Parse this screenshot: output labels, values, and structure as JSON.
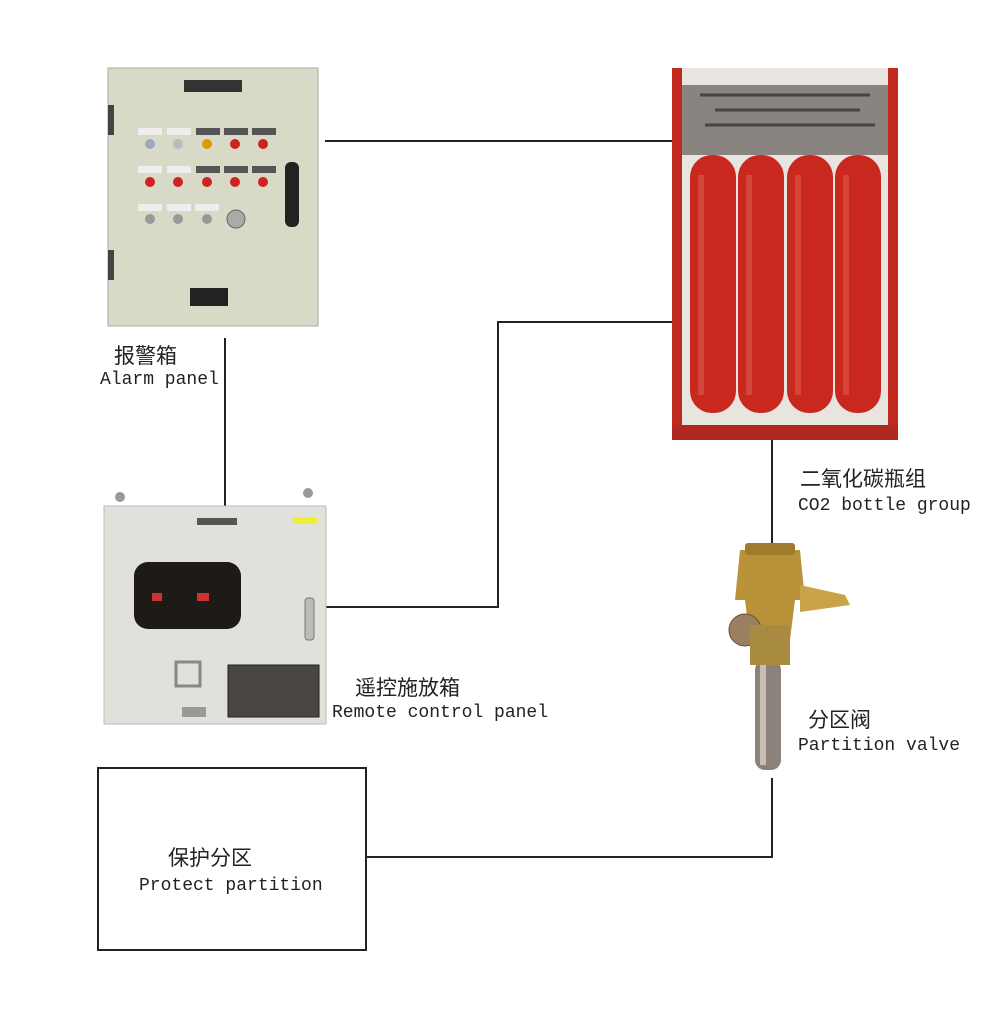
{
  "alarm_panel": {
    "cn": "报警箱",
    "en": "Alarm panel"
  },
  "bottle_group": {
    "cn": "二氧化碳瓶组",
    "en": "CO2 bottle group"
  },
  "remote_panel": {
    "cn": "遥控施放箱",
    "en": "Remote control panel"
  },
  "partition_valve": {
    "cn": "分区阀",
    "en": "Partition valve"
  },
  "protect_partition": {
    "cn": "保护分区",
    "en": "Protect partition"
  },
  "colors": {
    "cylinder": "#c8281e",
    "cabinet": "#dcdccc",
    "brass": "#b8933a"
  }
}
